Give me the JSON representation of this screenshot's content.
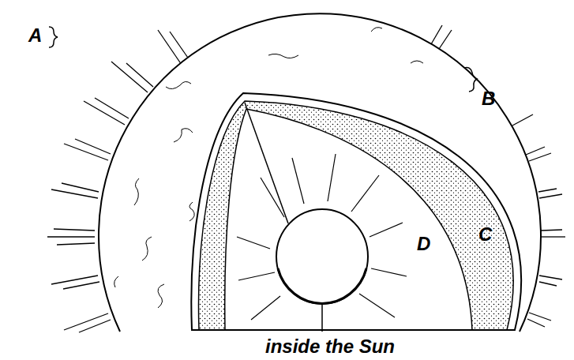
{
  "diagram": {
    "caption": "inside the Sun",
    "labels": [
      "A",
      "B",
      "C",
      "D"
    ]
  }
}
